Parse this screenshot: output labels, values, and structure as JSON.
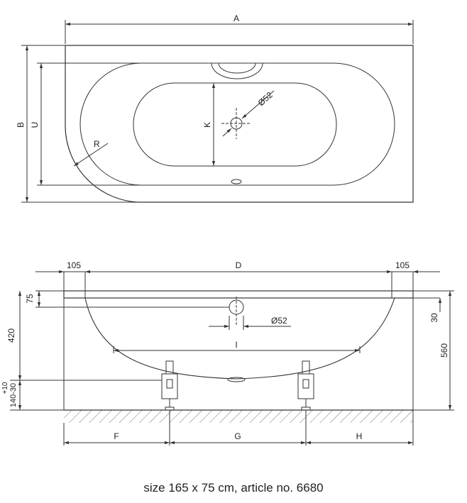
{
  "top_view": {
    "dim_A": "A",
    "dim_B": "B",
    "dim_U": "U",
    "dim_K": "K",
    "dim_R": "R",
    "drain_diameter": "Ø52"
  },
  "side_view": {
    "dim_left_offset": "105",
    "dim_D": "D",
    "dim_right_offset": "105",
    "dim_rim": "75",
    "dim_overflow_diameter": "Ø52",
    "dim_right_rim": "30",
    "dim_height_420": "420",
    "dim_total_height": "560",
    "dim_I": "I",
    "dim_tol": "+10",
    "dim_leg": "140-30",
    "dim_F": "F",
    "dim_G": "G",
    "dim_H": "H"
  },
  "caption": "size 165 x 75 cm, article no. 6680"
}
